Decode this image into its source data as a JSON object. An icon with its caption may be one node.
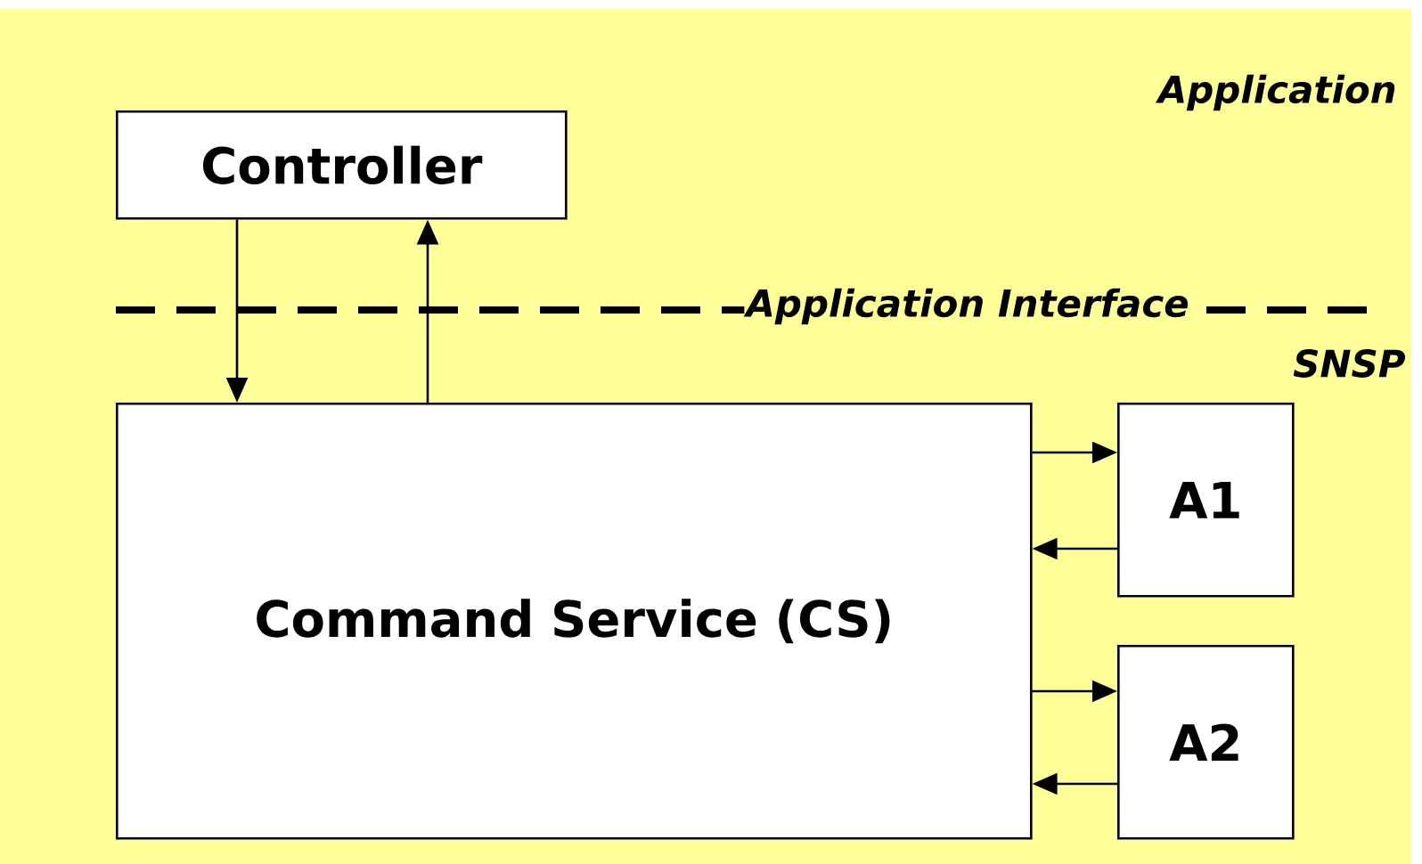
{
  "diagram": {
    "nodes": [
      {
        "text": [
          "Controller"
        ]
      },
      {
        "text": [
          "Command Service (CS)"
        ]
      },
      {
        "text": [
          "A1"
        ]
      },
      {
        "text": [
          "A2"
        ]
      }
    ],
    "edges": [
      {
        "from": 0,
        "to": 1,
        "arrow": "to"
      },
      {
        "from": 1,
        "to": 0,
        "arrow": "to"
      },
      {
        "from": 1,
        "to": 2,
        "arrow": "to"
      },
      {
        "from": 2,
        "to": 1,
        "arrow": "to"
      },
      {
        "from": 1,
        "to": 3,
        "arrow": "to"
      },
      {
        "from": 3,
        "to": 1,
        "arrow": "to"
      }
    ],
    "labels": [
      "Application",
      "Application Interface",
      "SNSP"
    ]
  }
}
